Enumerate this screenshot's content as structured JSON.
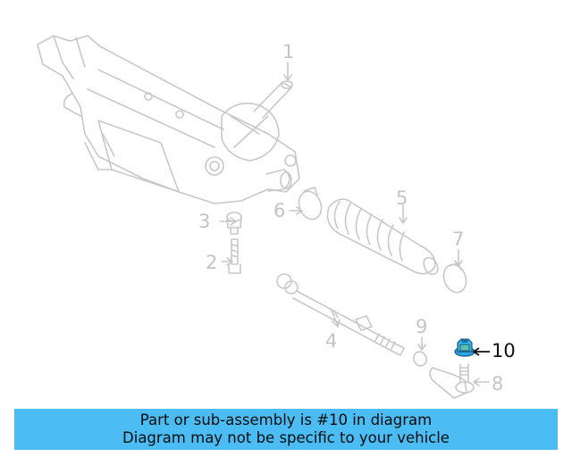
{
  "diagram": {
    "type": "exploded-parts-diagram",
    "subject": "steering rack assembly",
    "line_color": "#c8c8c8",
    "highlight_color": "#2aa6e6",
    "highlighted_part": "10",
    "callouts": [
      {
        "id": "1",
        "label": "1"
      },
      {
        "id": "2",
        "label": "2"
      },
      {
        "id": "3",
        "label": "3"
      },
      {
        "id": "4",
        "label": "4"
      },
      {
        "id": "5",
        "label": "5"
      },
      {
        "id": "6",
        "label": "6"
      },
      {
        "id": "7",
        "label": "7"
      },
      {
        "id": "8",
        "label": "8"
      },
      {
        "id": "9",
        "label": "9"
      },
      {
        "id": "10",
        "label": "10"
      }
    ]
  },
  "banner": {
    "background": "#4cbcf4",
    "line1": "Part or sub-assembly is #10 in diagram",
    "line2": "Diagram may not be specific to your vehicle"
  }
}
